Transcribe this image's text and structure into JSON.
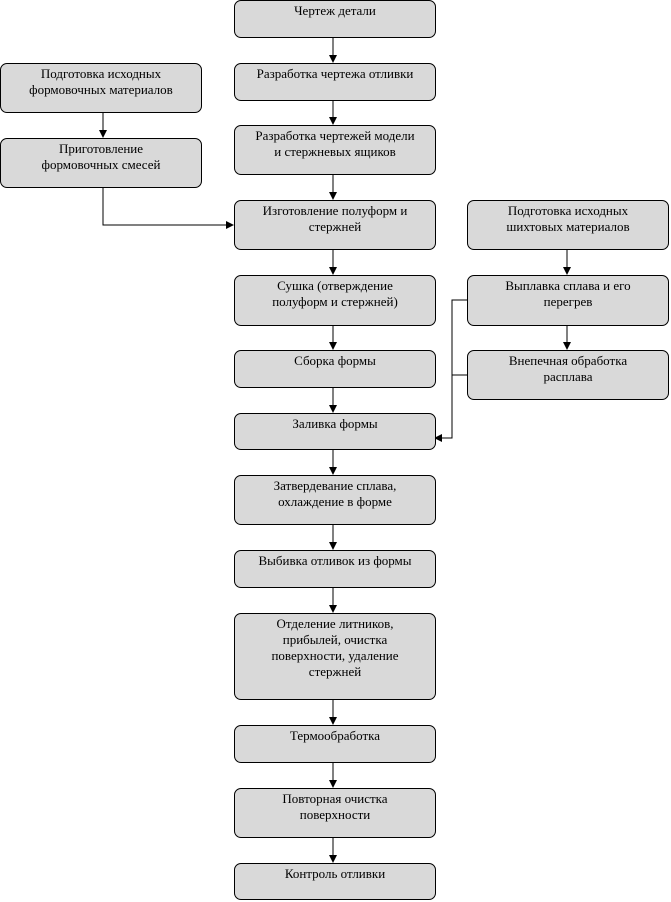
{
  "nodes": {
    "part_drawing": "Чертеж детали",
    "casting_drawing": "Разработка чертежа отливки",
    "pattern_drawings": "Разработка чертежей модели\nи стержневых ящиков",
    "half_molds_cores": "Изготовление полуформ и\nстержней",
    "drying": "Сушка (отверждение\nполуформ и стержней)",
    "mold_assembly": "Сборка формы",
    "pouring": "Заливка формы",
    "solidification": "Затвердевание сплава,\nохлаждение в форме",
    "shakeout": "Выбивка отливок из формы",
    "fettling": "Отделение литников,\nприбылей, очистка\nповерхности, удаление\nстержней",
    "heat_treatment": "Термообработка",
    "repeat_cleaning": "Повторная очистка\nповерхности",
    "inspection": "Контроль отливки",
    "molding_materials_prep": "Подготовка исходных\nформовочных материалов",
    "molding_mixtures": "Приготовление\nформовочных смесей",
    "charge_materials_prep": "Подготовка исходных\nшихтовых материалов",
    "melting": "Выплавка сплава и его\nперегрев",
    "out_of_furnace": "Внепечная обработка\nрасплава"
  },
  "colors": {
    "box_fill": "#d9d9d9",
    "box_border": "#000000",
    "line": "#000000"
  }
}
